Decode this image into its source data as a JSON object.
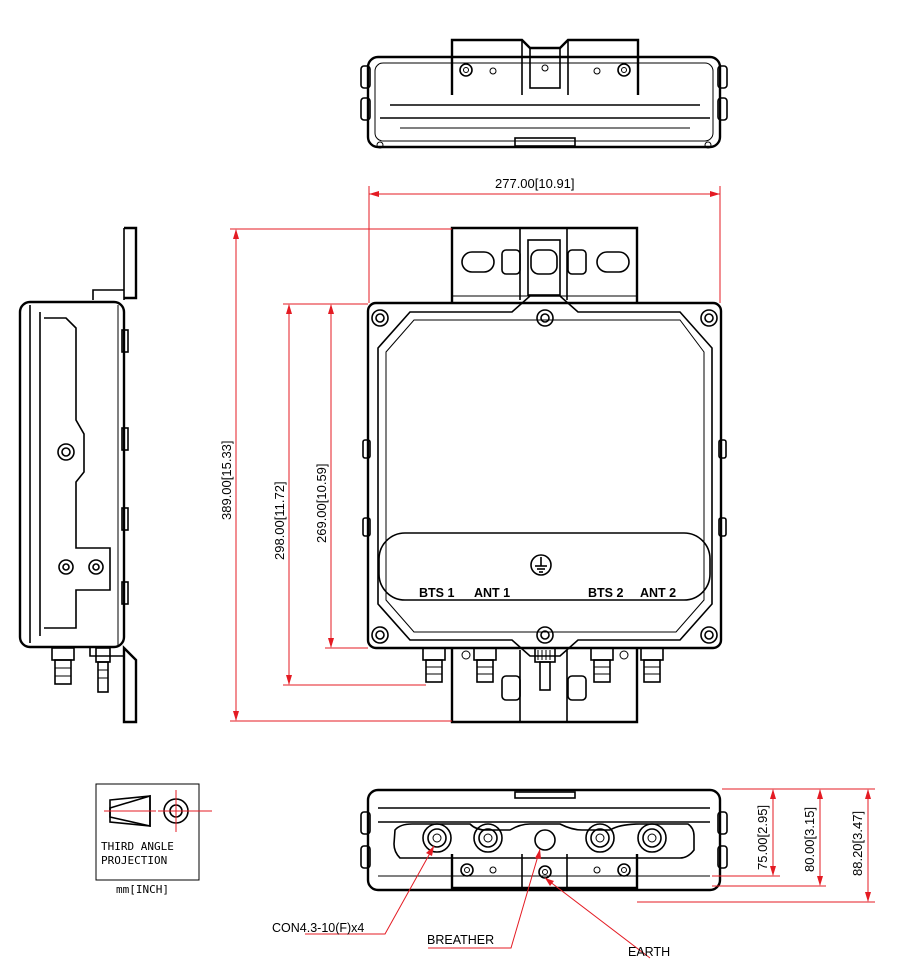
{
  "dimensions": {
    "width_top": "277.00[10.91]",
    "height_overall": "389.00[15.33]",
    "height_298": "298.00[11.72]",
    "height_269": "269.00[10.59]",
    "depth_75": "75.00[2.95]",
    "depth_80": "80.00[3.15]",
    "depth_88": "88.20[3.47]"
  },
  "port_labels": {
    "bts1": "BTS 1",
    "ant1": "ANT 1",
    "bts2": "BTS 2",
    "ant2": "ANT 2"
  },
  "projection": {
    "line1": "THIRD ANGLE",
    "line2": "PROJECTION",
    "units": "mm[INCH]"
  },
  "callouts": {
    "connector": "CON4.3-10(F)x4",
    "breather": "BREATHER",
    "earth": "EARTH"
  },
  "colors": {
    "drawing": "#000000",
    "dimension": "#e41b23"
  }
}
